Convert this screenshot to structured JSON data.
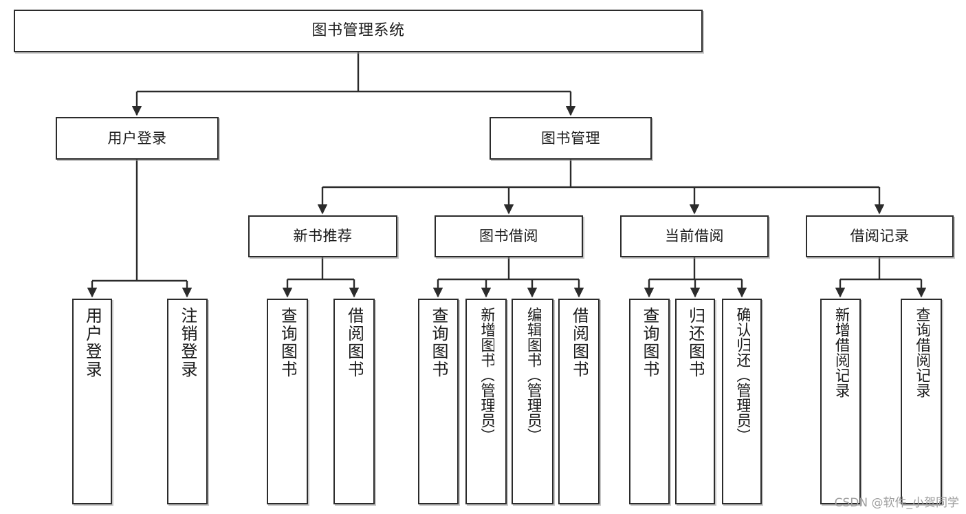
{
  "diagram": {
    "title": "图书管理系统",
    "type": "功能结构图",
    "watermark": "CSDN @软件_小贺同学",
    "colors": {
      "box_border": "#2b2b2b",
      "box_fill": "#ffffff",
      "edge": "#2b2b2b",
      "text": "#1b1b1b",
      "watermark": "#9e9e9e",
      "background": "#ffffff"
    },
    "root": {
      "label": "图书管理系统"
    },
    "level2": [
      {
        "label": "用户登录"
      },
      {
        "label": "图书管理"
      }
    ],
    "level3": [
      {
        "label": "新书推荐"
      },
      {
        "label": "图书借阅"
      },
      {
        "label": "当前借阅"
      },
      {
        "label": "借阅记录"
      }
    ],
    "leaves": {
      "user_login": [
        {
          "label": "用户登录"
        },
        {
          "label": "注销登录"
        }
      ],
      "new_book": [
        {
          "label": "查询图书"
        },
        {
          "label": "借阅图书"
        }
      ],
      "book_borrow": [
        {
          "label": "查询图书"
        },
        {
          "label": "新增图书（管理员）"
        },
        {
          "label": "编辑图书（管理员）"
        },
        {
          "label": "借阅图书"
        }
      ],
      "current_borrow": [
        {
          "label": "查询图书"
        },
        {
          "label": "归还图书"
        },
        {
          "label": "确认归还（管理员）"
        }
      ],
      "borrow_record": [
        {
          "label": "新增借阅记录"
        },
        {
          "label": "查询借阅记录"
        }
      ]
    }
  }
}
